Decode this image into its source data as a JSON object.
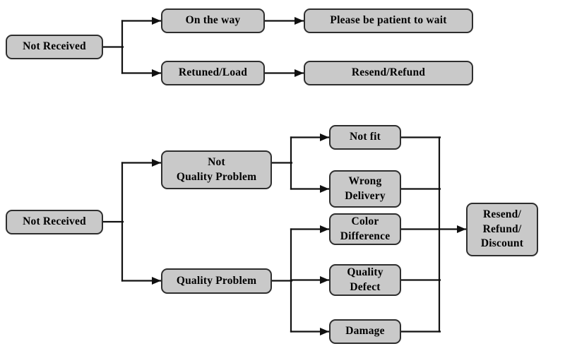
{
  "colors": {
    "background": "#ffffff",
    "box_fill": "#c9c9c9",
    "box_border": "#2e2e2e",
    "connector": "#111111",
    "text": "#000000"
  },
  "flow1": {
    "nodes": {
      "not_received": "Not Received",
      "on_the_way": "On the way",
      "please_be_patient": "Please be patient to wait",
      "retuned_load": "Retuned/Load",
      "resend_refund": "Resend/Refund"
    }
  },
  "flow2": {
    "nodes": {
      "not_received": "Not Received",
      "not_quality_problem": "Not\nQuality Problem",
      "quality_problem": "Quality Problem",
      "not_fit": "Not fit",
      "wrong_delivery": "Wrong\nDelivery",
      "color_difference": "Color\nDifference",
      "quality_defect": "Quality\nDefect",
      "damage": "Damage",
      "resend_refund_discount": "Resend/\nRefund/\nDiscount"
    }
  }
}
